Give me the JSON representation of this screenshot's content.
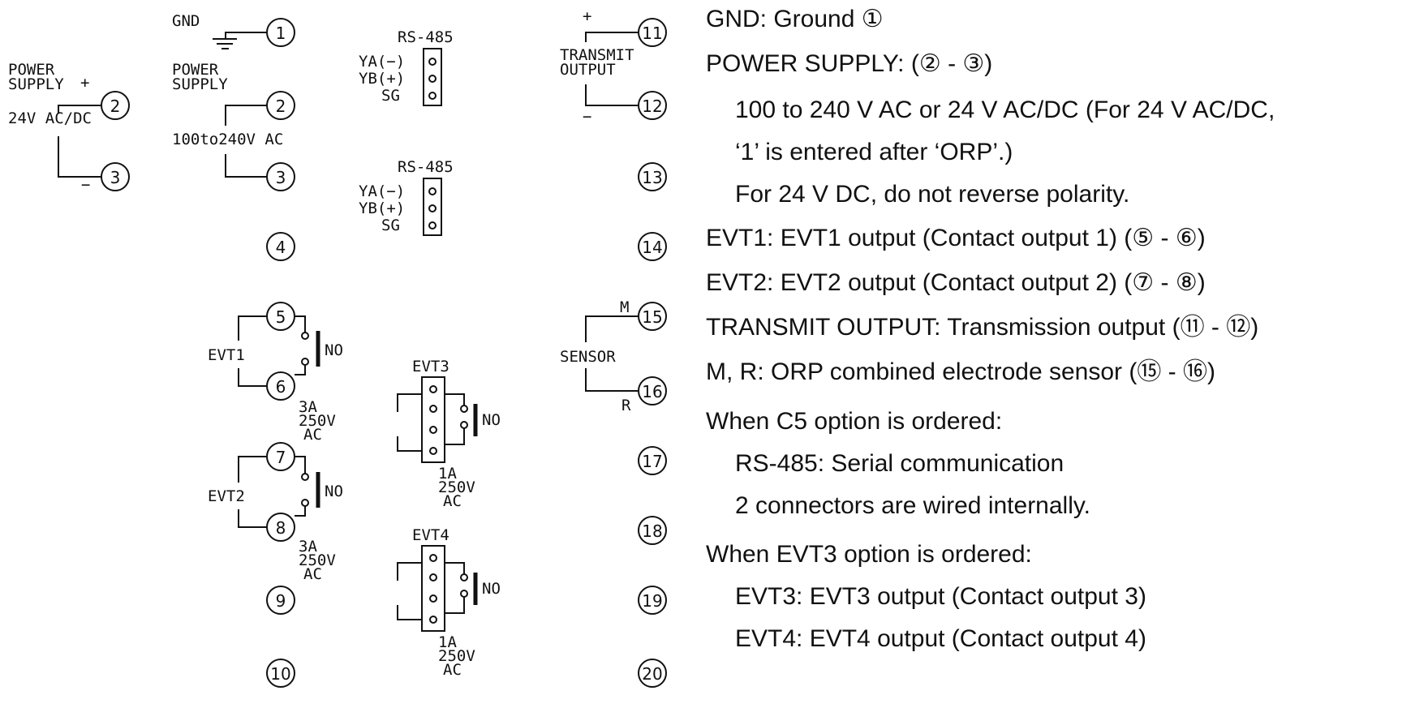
{
  "diagram": {
    "power_left": {
      "l1": "POWER",
      "l2": "SUPPLY",
      "plus": "+",
      "minus": "−",
      "spec": "24V AC/DC",
      "t_a": "2",
      "t_b": "3"
    },
    "gnd": {
      "label": "GND",
      "t": "1"
    },
    "power_mid": {
      "l1": "POWER",
      "l2": "SUPPLY",
      "spec": "100to240V AC",
      "t_a": "2",
      "t_b": "3"
    },
    "t4": "4",
    "evt1": {
      "label": "EVT1",
      "t_a": "5",
      "t_b": "6",
      "no": "NO",
      "r1": "3A",
      "r2": "250V",
      "r3": "AC"
    },
    "evt2": {
      "label": "EVT2",
      "t_a": "7",
      "t_b": "8",
      "no": "NO",
      "r1": "3A",
      "r2": "250V",
      "r3": "AC"
    },
    "t9": "9",
    "t10": "10",
    "rs485_1": {
      "title": "RS-485",
      "p1": "YA(−)",
      "p2": "YB(+)",
      "p3": "SG"
    },
    "rs485_2": {
      "title": "RS-485",
      "p1": "YA(−)",
      "p2": "YB(+)",
      "p3": "SG"
    },
    "evt3": {
      "label": "EVT3",
      "no": "NO",
      "r1": "1A",
      "r2": "250V",
      "r3": "AC"
    },
    "evt4": {
      "label": "EVT4",
      "no": "NO",
      "r1": "1A",
      "r2": "250V",
      "r3": "AC"
    },
    "transmit": {
      "l1": "TRANSMIT",
      "l2": "OUTPUT",
      "plus": "+",
      "minus": "−",
      "t_a": "11",
      "t_b": "12"
    },
    "t13": "13",
    "t14": "14",
    "sensor": {
      "label": "SENSOR",
      "m": "M",
      "r": "R",
      "t_a": "15",
      "t_b": "16"
    },
    "t17": "17",
    "t18": "18",
    "t19": "19",
    "t20": "20"
  },
  "legend": {
    "l1": "GND: Ground ①",
    "l2": "POWER SUPPLY: (② - ③)",
    "l3": "100 to 240 V AC or 24 V AC/DC (For 24 V AC/DC,",
    "l4": "‘1’ is entered after ‘ORP’.)",
    "l5": "For 24 V DC, do not reverse polarity.",
    "l6": "EVT1: EVT1 output (Contact output 1) (⑤ - ⑥)",
    "l7": "EVT2: EVT2 output (Contact output 2) (⑦ - ⑧)",
    "l8": "TRANSMIT OUTPUT: Transmission output (⑪ - ⑫)",
    "l9": "M, R: ORP combined electrode sensor (⑮ - ⑯)",
    "l10": "When C5 option is ordered:",
    "l11": "RS-485: Serial communication",
    "l12": "2 connectors are wired internally.",
    "l13": "When EVT3 option is ordered:",
    "l14": "EVT3: EVT3 output (Contact output 3)",
    "l15": "EVT4: EVT4 output (Contact output 4)"
  }
}
